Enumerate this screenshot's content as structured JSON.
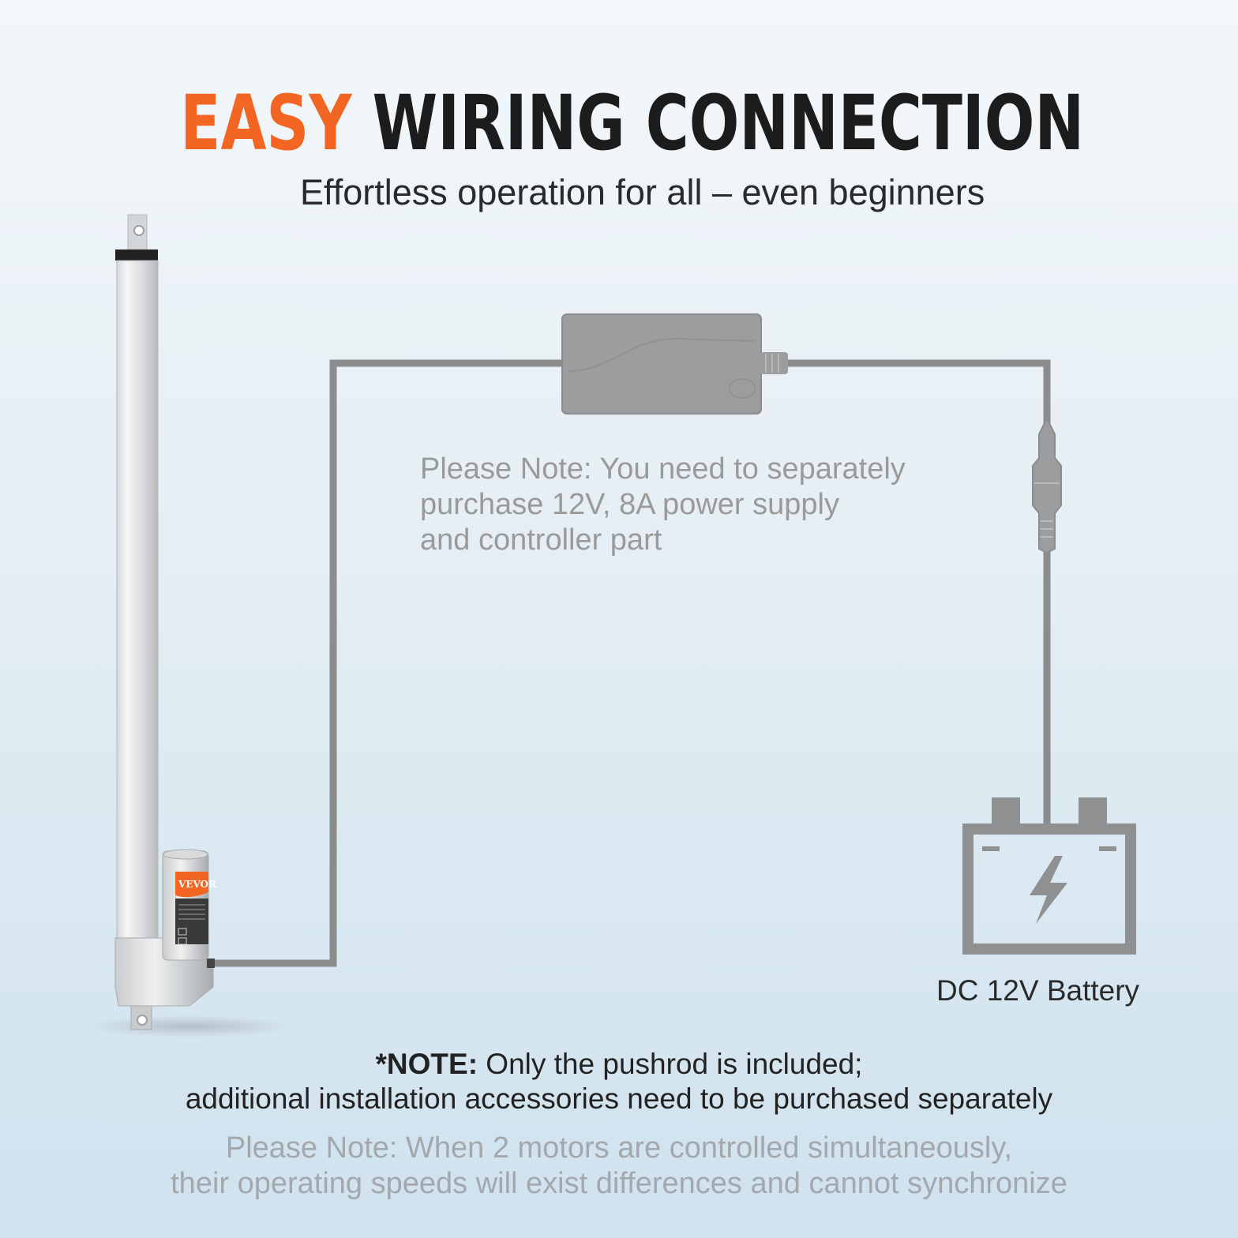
{
  "header": {
    "title_accent": "EASY",
    "title_rest": "WIRING CONNECTION",
    "subtitle": "Effortless operation for all – even beginners"
  },
  "supply_note": {
    "lines": [
      "Please Note: You need to separately",
      "purchase 12V, 8A power supply",
      "and controller part"
    ]
  },
  "battery": {
    "label": "DC 12V Battery"
  },
  "actuator": {
    "brand": "VEVOR"
  },
  "bottom_note": {
    "bold_prefix": "*NOTE:",
    "line1_rest": " Only the pushrod is included;",
    "line2": "additional installation accessories need to be purchased separately"
  },
  "sync_note": {
    "lines": [
      "Please Note: When 2 motors are controlled simultaneously,",
      "their operating speeds will exist differences and cannot synchronize"
    ]
  },
  "colors": {
    "accent": "#f26522",
    "wire": "#8a8c8e",
    "adapter": "#9b9d9f",
    "battery_outline": "#8e9092"
  }
}
